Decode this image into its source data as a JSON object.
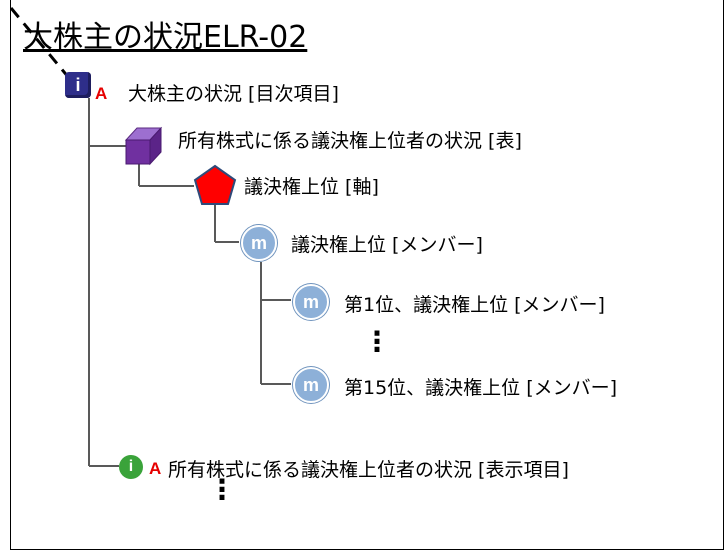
{
  "title": "大株主の状況ELR-02",
  "badge_letter": "A",
  "nodes": {
    "root": {
      "label": "大株主の状況 [目次項目]",
      "icon_letter": "i"
    },
    "table": {
      "label": "所有株式に係る議決権上位者の状況 [表]"
    },
    "axis": {
      "label": "議決権上位 [軸]"
    },
    "member_parent": {
      "label": "議決権上位 [メンバー]",
      "icon_letter": "m"
    },
    "member_1": {
      "label": "第1位、議決権上位 [メンバー]",
      "icon_letter": "m"
    },
    "member_15": {
      "label": "第15位、議決権上位 [メンバー]",
      "icon_letter": "m"
    },
    "display_item": {
      "label": "所有株式に係る議決権上位者の状況 [表示項目]",
      "icon_letter": "i"
    }
  },
  "ellipsis": "⋮",
  "colors": {
    "root_icon": "#2e2e8a",
    "table_icon": "#7030a0",
    "axis_icon": "#ff0000",
    "member_icon": "#8db0d8",
    "display_icon": "#3aa33a",
    "badge": "#e60000"
  }
}
